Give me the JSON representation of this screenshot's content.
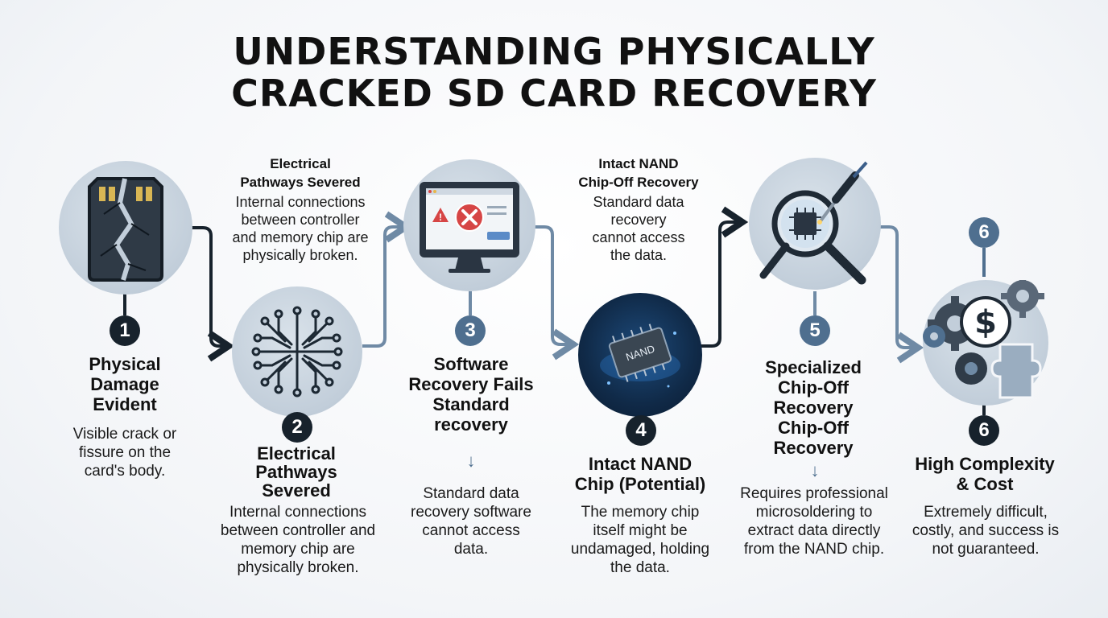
{
  "title": {
    "line1": "UNDERSTANDING PHYSICALLY",
    "line2": "CRACKED SD CARD RECOVERY"
  },
  "colors": {
    "dark_navy": "#17222c",
    "steel_blue": "#4f6f8f",
    "circle_fill": "#c2ceda"
  },
  "steps": [
    {
      "number": "1",
      "icon": "cracked-sd-card-icon",
      "heading": [
        "Physical",
        "Damage",
        "Evident"
      ],
      "description": [
        "Visible crack or",
        "fissure on the",
        "card's body."
      ]
    },
    {
      "number": "2",
      "icon": "circuit-pathways-icon",
      "heading": [
        "Electrical",
        "Pathways",
        "Severed"
      ],
      "description": [
        "Internal connections",
        "between controller and",
        "memory chip are",
        "physically broken."
      ],
      "callout_heading": [
        "Electrical",
        "Pathways Severed"
      ],
      "callout_description": [
        "Internal connections",
        "between controller",
        "and memory chip are",
        "physically broken."
      ]
    },
    {
      "number": "3",
      "icon": "computer-error-icon",
      "heading": [
        "Software",
        "Recovery Fails",
        "Standard",
        "recovery"
      ],
      "description": [
        "Standard data",
        "recovery software",
        "cannot access",
        "data."
      ]
    },
    {
      "number": "4",
      "icon": "nand-chip-icon",
      "chip_label": "NAND",
      "heading": [
        "Intact NAND",
        "Chip (Potential)"
      ],
      "description": [
        "The memory chip",
        "itself might be",
        "undamaged, holding",
        "the data."
      ],
      "callout_heading": [
        "Intact NAND",
        "Chip-Off Recovery"
      ],
      "callout_description": [
        "Standard data",
        "recovery",
        "cannot access",
        "the data."
      ]
    },
    {
      "number": "5",
      "icon": "magnifier-soldering-icon",
      "heading": [
        "Specialized",
        "Chip-Off",
        "Recovery",
        "Chip-Off",
        "Recovery"
      ],
      "description": [
        "Requires professional",
        "microsoldering to",
        "extract data directly",
        "from the NAND chip."
      ]
    },
    {
      "number": "6",
      "icon": "gears-dollar-icon",
      "top_number": "6",
      "heading": [
        "High Complexity",
        "& Cost"
      ],
      "description": [
        "Extremely difficult,",
        "costly, and success is",
        "not guaranteed."
      ]
    }
  ]
}
